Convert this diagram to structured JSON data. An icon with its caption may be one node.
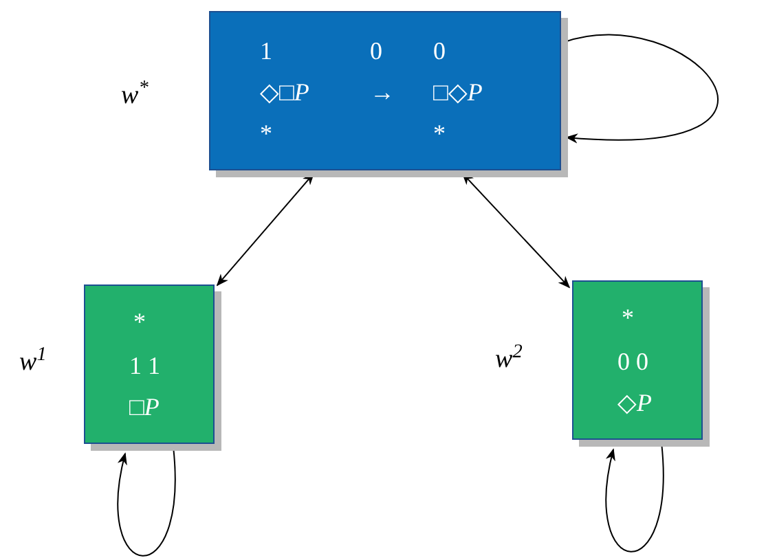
{
  "diagram": {
    "nodes": [
      {
        "text": [
          "1",
          "0",
          "0",
          "◇□*P*",
          "→",
          "□◇*P*",
          "*",
          "*"
        ],
        "beside": [
          "w$^{*}$"
        ]
      },
      {
        "text": [
          "*",
          "1 1",
          "□*P*"
        ],
        "beside": [
          "w$^{1}$"
        ]
      },
      {
        "text": [
          "*",
          "0 0",
          "◇*P*"
        ],
        "beside": [
          "w$^{2}$"
        ]
      }
    ],
    "edges": [
      {
        "from": 0,
        "to": 0,
        "arrow": "to"
      },
      {
        "from": 0,
        "to": 1,
        "arrow": "both"
      },
      {
        "from": 0,
        "to": 2,
        "arrow": "both"
      },
      {
        "from": 1,
        "to": 1,
        "arrow": "to"
      },
      {
        "from": 2,
        "to": 2,
        "arrow": "to"
      }
    ]
  }
}
